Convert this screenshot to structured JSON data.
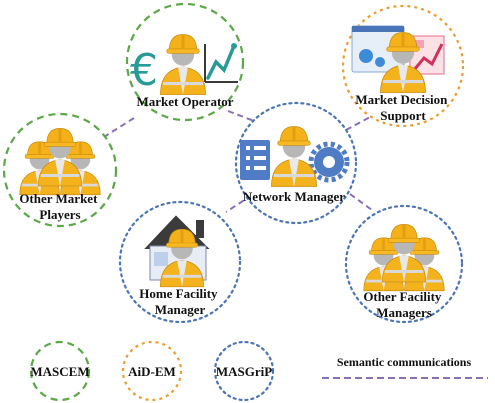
{
  "colors": {
    "mascem": "#5aa846",
    "aidem": "#ef9b2e",
    "masgrip": "#4a74b8",
    "semantic_line": "#8a6fb4",
    "hat": "#f5b119",
    "vest": "#f4b21c",
    "skin": "#b3b3b3"
  },
  "nodes": {
    "market_operator": {
      "label_lines": [
        "Market Operator"
      ],
      "group": "mascem",
      "icon": "euro-chart-worker-icon"
    },
    "market_decision_support": {
      "label_lines": [
        "Market Decision",
        "Support"
      ],
      "group": "aidem",
      "icon": "dashboard-worker-icon"
    },
    "other_market_players": {
      "label_lines": [
        "Other Market",
        "Players"
      ],
      "group": "mascem",
      "icon": "worker-group-icon"
    },
    "network_manager": {
      "label_lines": [
        "Network Manager"
      ],
      "group": "masgrip",
      "icon": "grid-gear-worker-icon"
    },
    "home_facility_manager": {
      "label_lines": [
        "Home Facility",
        "Manager"
      ],
      "group": "masgrip",
      "icon": "house-worker-icon"
    },
    "other_facility_managers": {
      "label_lines": [
        "Other Facility",
        "Managers"
      ],
      "group": "masgrip",
      "icon": "worker-group-icon"
    }
  },
  "legend": {
    "mascem": "MASCEM",
    "aidem": "AiD-EM",
    "masgrip": "MASGriP",
    "semantic": "Semantic communications"
  }
}
